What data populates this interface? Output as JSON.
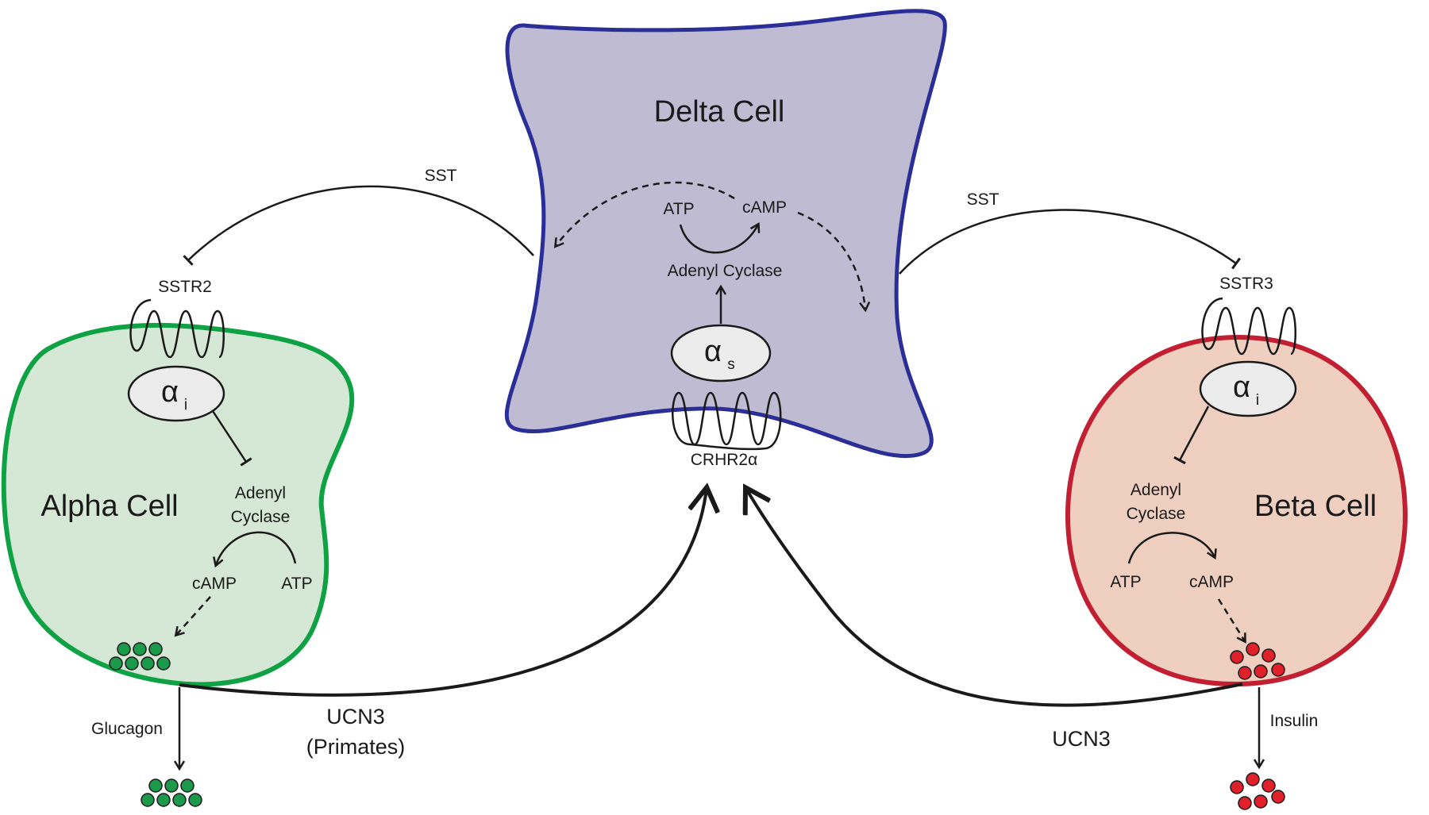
{
  "cells": {
    "delta": {
      "title": "Delta Cell",
      "fill": "#bfbbd2",
      "stroke": "#2a2e96"
    },
    "alpha": {
      "title": "Alpha Cell",
      "fill": "#d5e7d5",
      "stroke": "#0fa245"
    },
    "beta": {
      "title": "Beta Cell",
      "fill": "#efcfbf",
      "stroke": "#c21f32"
    }
  },
  "delta_internal": {
    "atp": "ATP",
    "camp": "cAMP",
    "enzyme": "Adenyl Cyclase",
    "g_protein": "α",
    "g_protein_sub": "s",
    "receptor": "CRHR2α"
  },
  "alpha_internal": {
    "receptor": "SSTR2",
    "g_protein": "α",
    "g_protein_sub": "i",
    "enzyme_line1": "Adenyl",
    "enzyme_line2": "Cyclase",
    "camp": "cAMP",
    "atp": "ATP",
    "granule_color": "#1a9a4a"
  },
  "beta_internal": {
    "receptor": "SSTR3",
    "g_protein": "α",
    "g_protein_sub": "i",
    "enzyme_line1": "Adenyl",
    "enzyme_line2": "Cyclase",
    "atp": "ATP",
    "camp": "cAMP",
    "granule_color": "#e0202a"
  },
  "signals": {
    "sst_left": "SST",
    "sst_right": "SST",
    "ucn3_left_line1": "UCN3",
    "ucn3_left_line2": "(Primates)",
    "ucn3_right": "UCN3",
    "glucagon": "Glucagon",
    "insulin": "Insulin"
  }
}
